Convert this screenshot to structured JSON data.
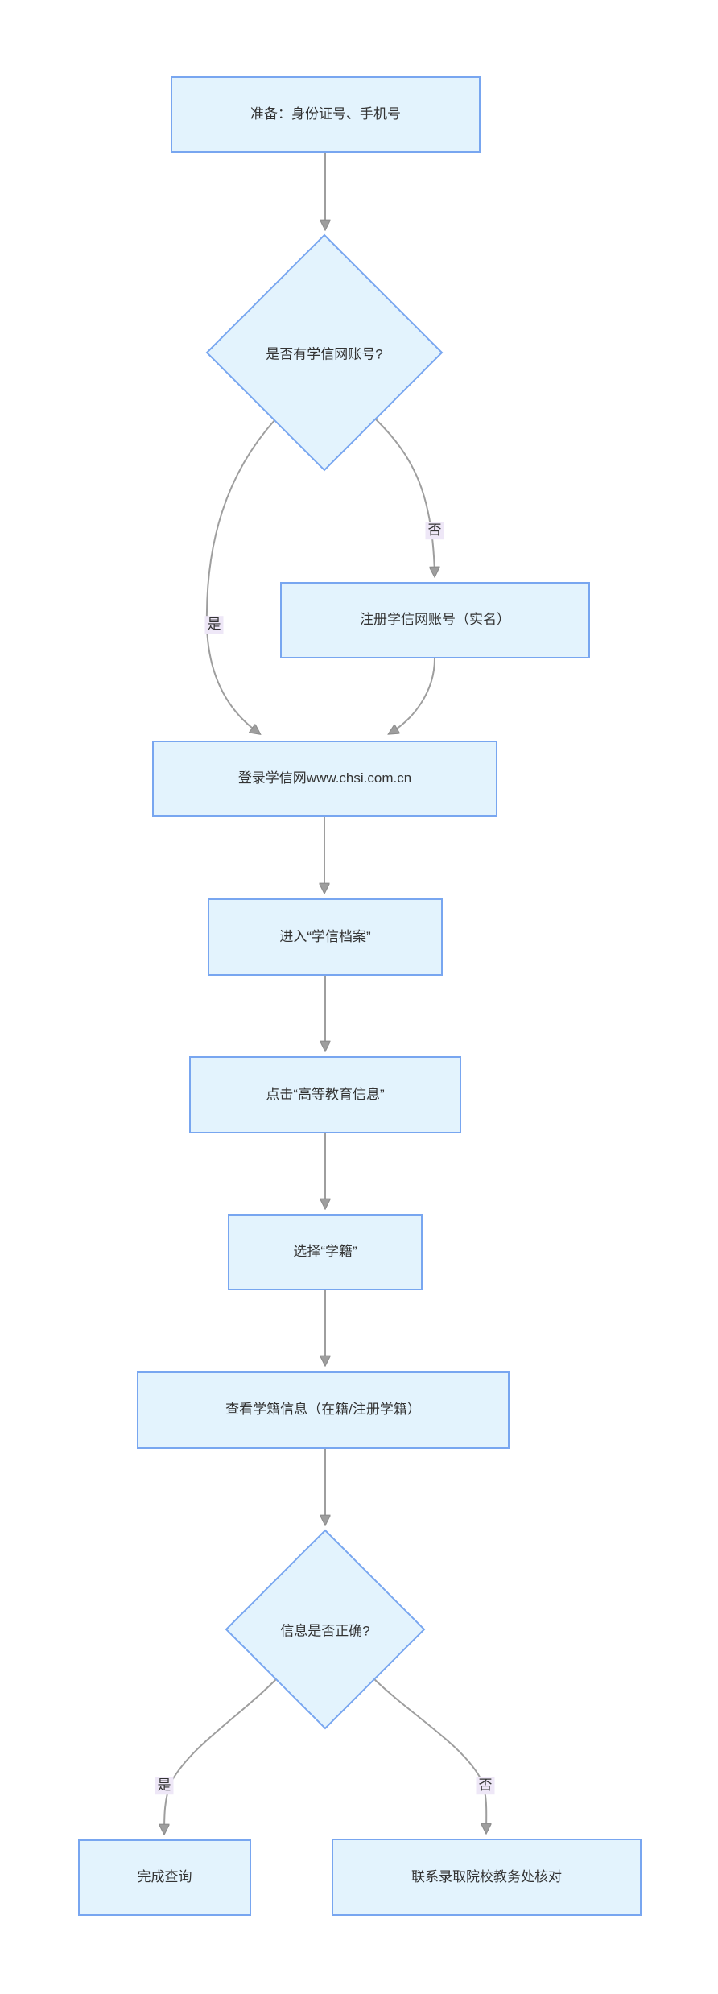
{
  "flowchart": {
    "type": "flowchart",
    "nodes": {
      "prepare": {
        "label": "准备：身份证号、手机号",
        "shape": "rect"
      },
      "has_account": {
        "label": "是否有学信网账号?",
        "shape": "diamond"
      },
      "register": {
        "label": "注册学信网账号（实名）",
        "shape": "rect"
      },
      "login": {
        "label": "登录学信网www.chsi.com.cn",
        "shape": "rect"
      },
      "archive": {
        "label": "进入“学信档案”",
        "shape": "rect"
      },
      "higher_ed": {
        "label": "点击“高等教育信息”",
        "shape": "rect"
      },
      "select_xj": {
        "label": "选择“学籍”",
        "shape": "rect"
      },
      "view_info": {
        "label": "查看学籍信息（在籍/注册学籍）",
        "shape": "rect"
      },
      "is_correct": {
        "label": "信息是否正确?",
        "shape": "diamond"
      },
      "done": {
        "label": "完成查询",
        "shape": "rect"
      },
      "contact": {
        "label": "联系录取院校教务处核对",
        "shape": "rect"
      }
    },
    "edge_labels": {
      "yes_top": "是",
      "no_top": "否",
      "yes_bottom": "是",
      "no_bottom": "否"
    },
    "edges": [
      {
        "from": "prepare",
        "to": "has_account",
        "label": ""
      },
      {
        "from": "has_account",
        "to": "login",
        "label": "是"
      },
      {
        "from": "has_account",
        "to": "register",
        "label": "否"
      },
      {
        "from": "register",
        "to": "login",
        "label": ""
      },
      {
        "from": "login",
        "to": "archive",
        "label": ""
      },
      {
        "from": "archive",
        "to": "higher_ed",
        "label": ""
      },
      {
        "from": "higher_ed",
        "to": "select_xj",
        "label": ""
      },
      {
        "from": "select_xj",
        "to": "view_info",
        "label": ""
      },
      {
        "from": "view_info",
        "to": "is_correct",
        "label": ""
      },
      {
        "from": "is_correct",
        "to": "done",
        "label": "是"
      },
      {
        "from": "is_correct",
        "to": "contact",
        "label": "否"
      }
    ],
    "colors": {
      "node_fill": "#e3f3fd",
      "node_border": "#78a6f0",
      "edge_line": "#9e9e9e",
      "edge_label_bg": "#eee7f7",
      "text": "#333333",
      "background": "#ffffff"
    }
  }
}
